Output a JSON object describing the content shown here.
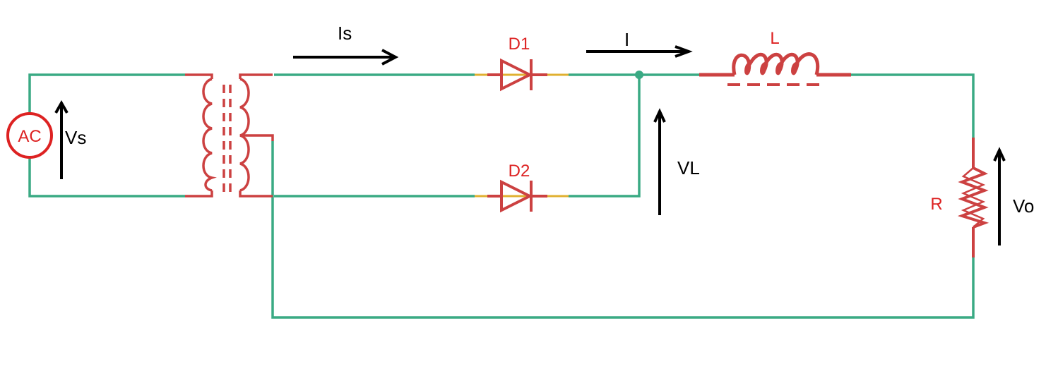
{
  "colors": {
    "wire": "#3aaa84",
    "component": "#cc4141",
    "arrow": "#000000",
    "source": "#dd2222",
    "background": "#ffffff"
  },
  "labels": {
    "source": "AC",
    "vs": "Vs",
    "is": "Is",
    "d1": "D1",
    "d2": "D2",
    "i": "I",
    "l": "L",
    "vl": "VL",
    "r": "R",
    "vo": "Vo"
  },
  "icons": {
    "source": "ac-source-icon",
    "transformer": "center-tap-transformer-icon",
    "diode": "diode-icon",
    "inductor": "inductor-coil-icon",
    "resistor": "resistor-zigzag-icon"
  }
}
